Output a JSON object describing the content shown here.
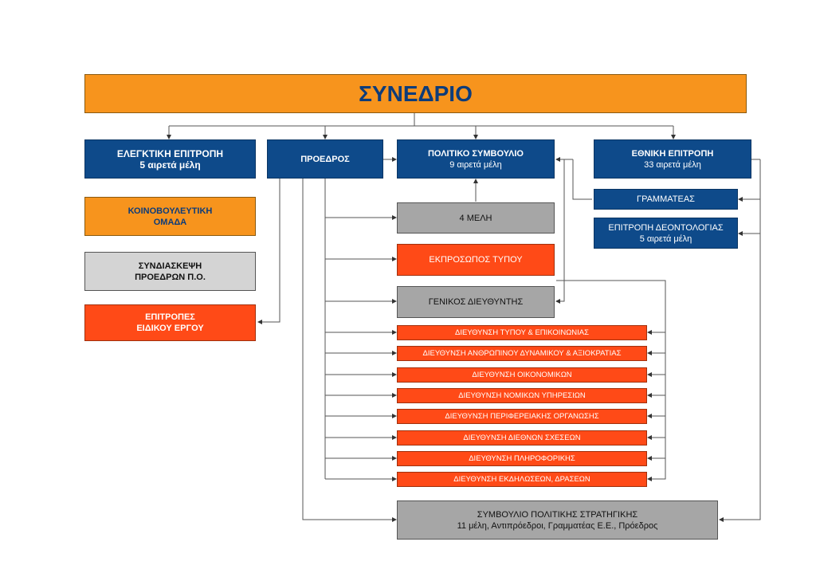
{
  "congress": "ΣΥΝΕΔΡΙΟ",
  "audit": {
    "title": "ΕΛΕΓΚΤΙΚΗ ΕΠΙΤΡΟΠΗ",
    "members": "5 αιρετά μέλη"
  },
  "president": "ΠΡΟΕΔΡΟΣ",
  "political_council": {
    "title": "ΠΟΛΙΤΙΚΟ ΣΥΜΒΟΥΛΙΟ",
    "members": "9 αιρετά μέλη"
  },
  "national_committee": {
    "title": "ΕΘΝΙΚΗ ΕΠΙΤΡΟΠΗ",
    "members": "33 αιρετά μέλη"
  },
  "parliamentary_group": {
    "line1": "ΚΟΙΝΟΒΟΥΛΕΥΤΙΚΗ",
    "line2": "ΟΜΑΔΑ"
  },
  "presidents_conference": {
    "line1": "ΣΥΝΔΙΑΣΚΕΨΗ",
    "line2": "ΠΡΟΕΔΡΩΝ Π.Ο."
  },
  "special_committees": {
    "line1": "ΕΠΙΤΡΟΠΕΣ",
    "line2": "ΕΙΔΙΚΟΥ ΕΡΓΟΥ"
  },
  "four_members": "4 ΜΕΛΗ",
  "spokesperson": "ΕΚΠΡΟΣΩΠΟΣ ΤΥΠΟΥ",
  "director_general": "ΓΕΝΙΚΟΣ ΔΙΕΥΘΥΝΤΗΣ",
  "secretary": "ΓΡΑΜΜΑΤΕΑΣ",
  "ethics": {
    "title": "ΕΠΙΤΡΟΠΗ ΔΕΟΝΤΟΛΟΓΙΑΣ",
    "members": "5 αιρετά μέλη"
  },
  "directorates": [
    "ΔΙΕΥΘΥΝΣΗ ΤΥΠΟΥ & ΕΠΙΚΟΙΝΩΝΙΑΣ",
    "ΔΙΕΥΘΥΝΣΗ ΑΝΘΡΩΠΙΝΟΥ ΔΥΝΑΜΙΚΟΥ & ΑΞΙΟΚΡΑΤΙΑΣ",
    "ΔΙΕΥΘΥΝΣΗ ΟΙΚΟΝΟΜΙΚΩΝ",
    "ΔΙΕΥΘΥΝΣΗ ΝΟΜΙΚΩΝ ΥΠΗΡΕΣΙΩΝ",
    "ΔΙΕΥΘΥΝΣΗ ΠΕΡΙΦΕΡΕΙΑΚΗΣ ΟΡΓΑΝΩΣΗΣ",
    "ΔΙΕΥΘΥΝΣΗ ΔΙΕΘΝΩΝ ΣΧΕΣΕΩΝ",
    "ΔΙΕΥΘΥΝΣΗ ΠΛΗΡΟΦΟΡΙΚΗΣ",
    "ΔΙΕΥΘΥΝΣΗ ΕΚΔΗΛΩΣΕΩΝ, ΔΡΑΣΕΩΝ"
  ],
  "strategy_council": {
    "title": "ΣΥΜΒΟΥΛΙΟ ΠΟΛΙΤΙΚΗΣ ΣΤΡΑΤΗΓΙΚΗΣ",
    "members": "11 μέλη, Αντιπρόεδροι, Γραμματέας Ε.Ε., Πρόεδρος"
  },
  "colors": {
    "orange": "#f7941d",
    "blue": "#0e4a8a",
    "red": "#ff4a17",
    "gray": "#a6a6a6",
    "light_gray": "#d4d4d4"
  }
}
